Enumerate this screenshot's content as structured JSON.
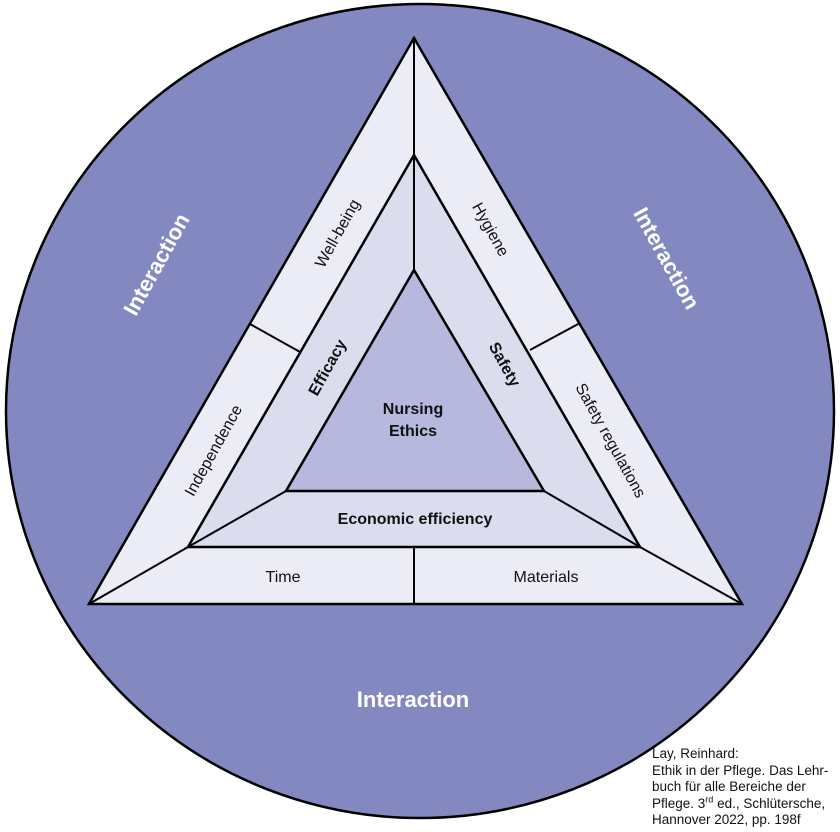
{
  "diagram": {
    "colors": {
      "circle": "#8389C0",
      "outer_band": "#ECECF6",
      "middle_band": "#DBDCEE",
      "core": "#B6B8DE",
      "stroke": "#000000"
    },
    "outer_ring": {
      "label_left": "Interaction",
      "label_right": "Interaction",
      "label_bottom": "Interaction"
    },
    "core": {
      "line1": "Nursing",
      "line2": "Ethics"
    },
    "middle_layer": {
      "left": "Efficacy",
      "right": "Safety",
      "bottom": "Economic efficiency"
    },
    "outer_layer": {
      "left_upper": "Well-being",
      "left_lower": "Independence",
      "right_upper": "Hygiene",
      "right_lower": "Safety regulations",
      "bottom_left": "Time",
      "bottom_right": "Materials"
    }
  },
  "citation": {
    "line1": "Lay, Reinhard:",
    "line2": "Ethik in der Pflege. Das Lehr-",
    "line3": "buch für alle Bereiche der",
    "line4_pre": "Pflege. 3",
    "line4_sup": "rd",
    "line4_post": " ed., Schlütersche,",
    "line5": "Hannover 2022, pp. 198f"
  }
}
